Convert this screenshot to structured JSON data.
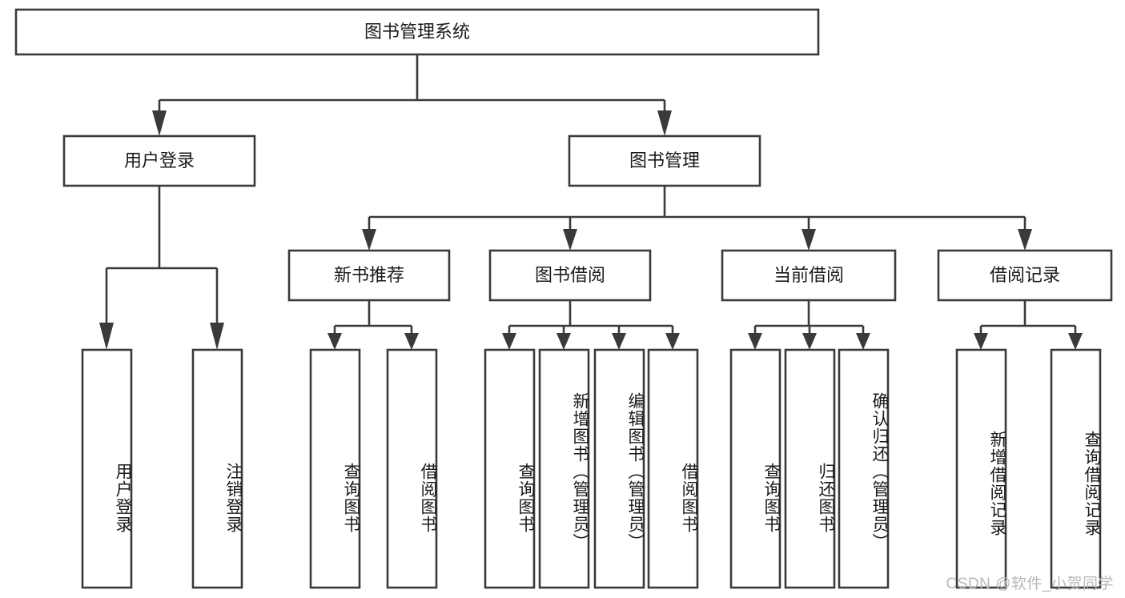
{
  "diagram": {
    "title": "图书管理系统",
    "root": {
      "label": "图书管理系统"
    },
    "level1": [
      {
        "label": "用户登录"
      },
      {
        "label": "图书管理"
      }
    ],
    "level2": [
      {
        "label": "新书推荐"
      },
      {
        "label": "图书借阅"
      },
      {
        "label": "当前借阅"
      },
      {
        "label": "借阅记录"
      }
    ],
    "leaves": [
      {
        "label": "用户登录",
        "parent": "用户登录"
      },
      {
        "label": "注销登录",
        "parent": "用户登录"
      },
      {
        "label": "查询图书",
        "parent": "新书推荐"
      },
      {
        "label": "借阅图书",
        "parent": "新书推荐"
      },
      {
        "label": "查询图书",
        "parent": "图书借阅"
      },
      {
        "label": "新增图书（管理员）",
        "parent": "图书借阅"
      },
      {
        "label": "编辑图书（管理员）",
        "parent": "图书借阅"
      },
      {
        "label": "借阅图书",
        "parent": "图书借阅"
      },
      {
        "label": "查询图书",
        "parent": "当前借阅"
      },
      {
        "label": "归还图书",
        "parent": "当前借阅"
      },
      {
        "label": "确认归还（管理员）",
        "parent": "当前借阅"
      },
      {
        "label": "新增借阅记录",
        "parent": "借阅记录"
      },
      {
        "label": "查询借阅记录",
        "parent": "借阅记录"
      }
    ],
    "watermark": "CSDN @软件_小贺同学",
    "colors": {
      "stroke": "#3a3a3a",
      "fill": "#ffffff",
      "text": "#1a1a1a",
      "watermark": "#b9b9b9"
    }
  }
}
